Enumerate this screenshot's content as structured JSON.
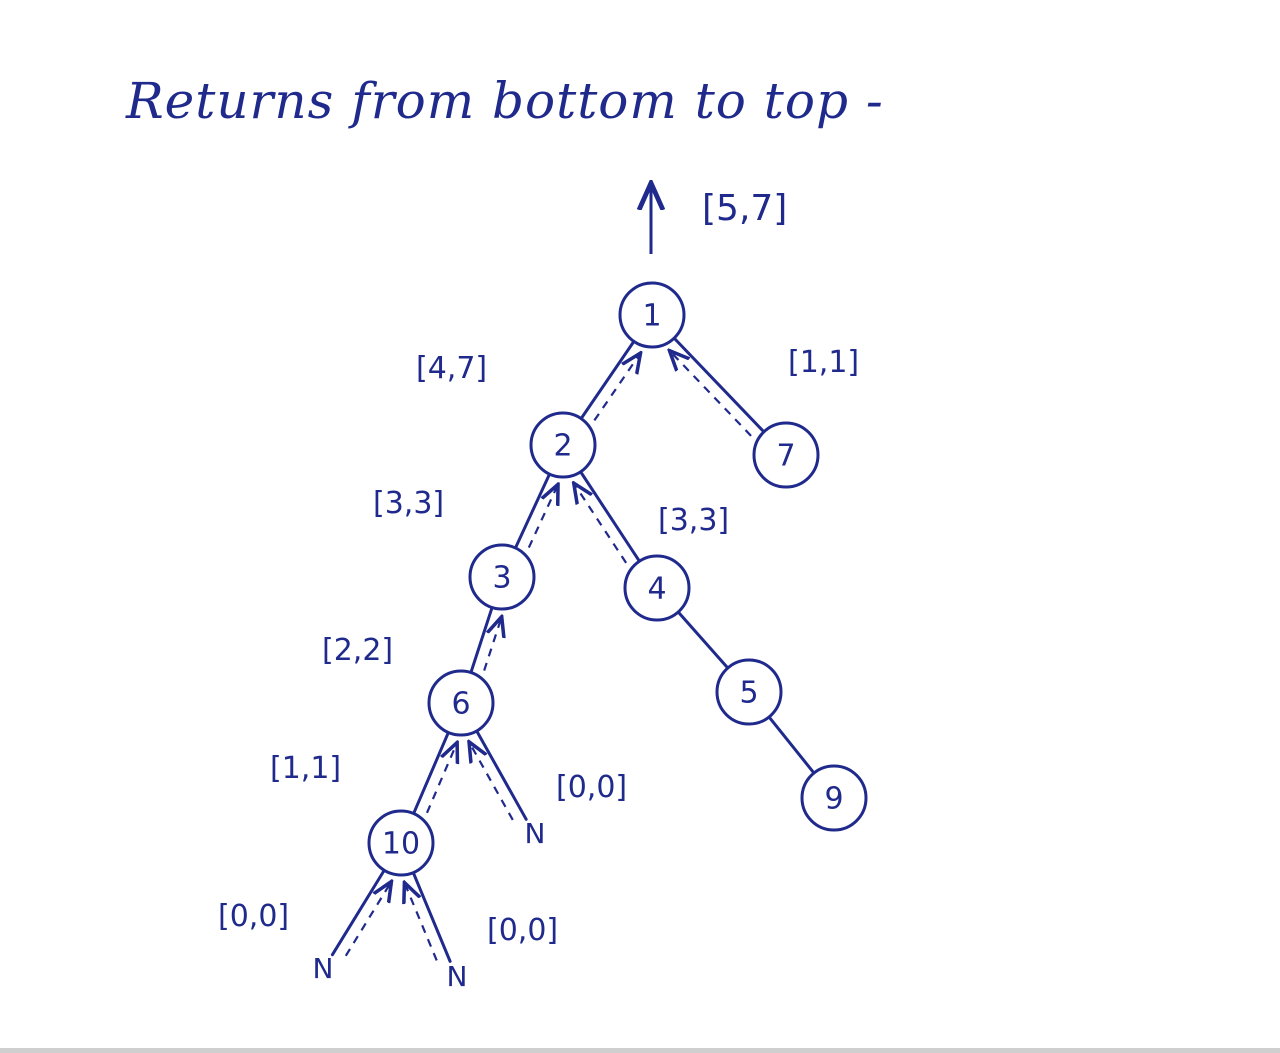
{
  "title": "Returns from bottom to top -",
  "colors": {
    "ink": "#1f2a8c"
  },
  "root_return": "[5,7]",
  "nodes": [
    {
      "id": "1",
      "label": "1"
    },
    {
      "id": "2",
      "label": "2"
    },
    {
      "id": "7",
      "label": "7"
    },
    {
      "id": "3",
      "label": "3"
    },
    {
      "id": "4",
      "label": "4"
    },
    {
      "id": "6",
      "label": "6"
    },
    {
      "id": "5",
      "label": "5"
    },
    {
      "id": "10",
      "label": "10"
    },
    {
      "id": "9",
      "label": "9"
    },
    {
      "id": "n1",
      "label": "N"
    },
    {
      "id": "n2",
      "label": "N"
    },
    {
      "id": "n3",
      "label": "N"
    }
  ],
  "edges": [
    {
      "from": "1",
      "to": "2",
      "label": "[4,7]"
    },
    {
      "from": "1",
      "to": "7",
      "label": "[1,1]"
    },
    {
      "from": "2",
      "to": "3",
      "label": "[3,3]"
    },
    {
      "from": "2",
      "to": "4",
      "label": "[3,3]"
    },
    {
      "from": "3",
      "to": "6",
      "label": "[2,2]"
    },
    {
      "from": "4",
      "to": "5",
      "label": ""
    },
    {
      "from": "6",
      "to": "10",
      "label": "[1,1]"
    },
    {
      "from": "6",
      "to": "n1",
      "label": "[0,0]"
    },
    {
      "from": "5",
      "to": "9",
      "label": ""
    },
    {
      "from": "10",
      "to": "n2",
      "label": "[0,0]"
    },
    {
      "from": "10",
      "to": "n3",
      "label": "[0,0]"
    }
  ]
}
